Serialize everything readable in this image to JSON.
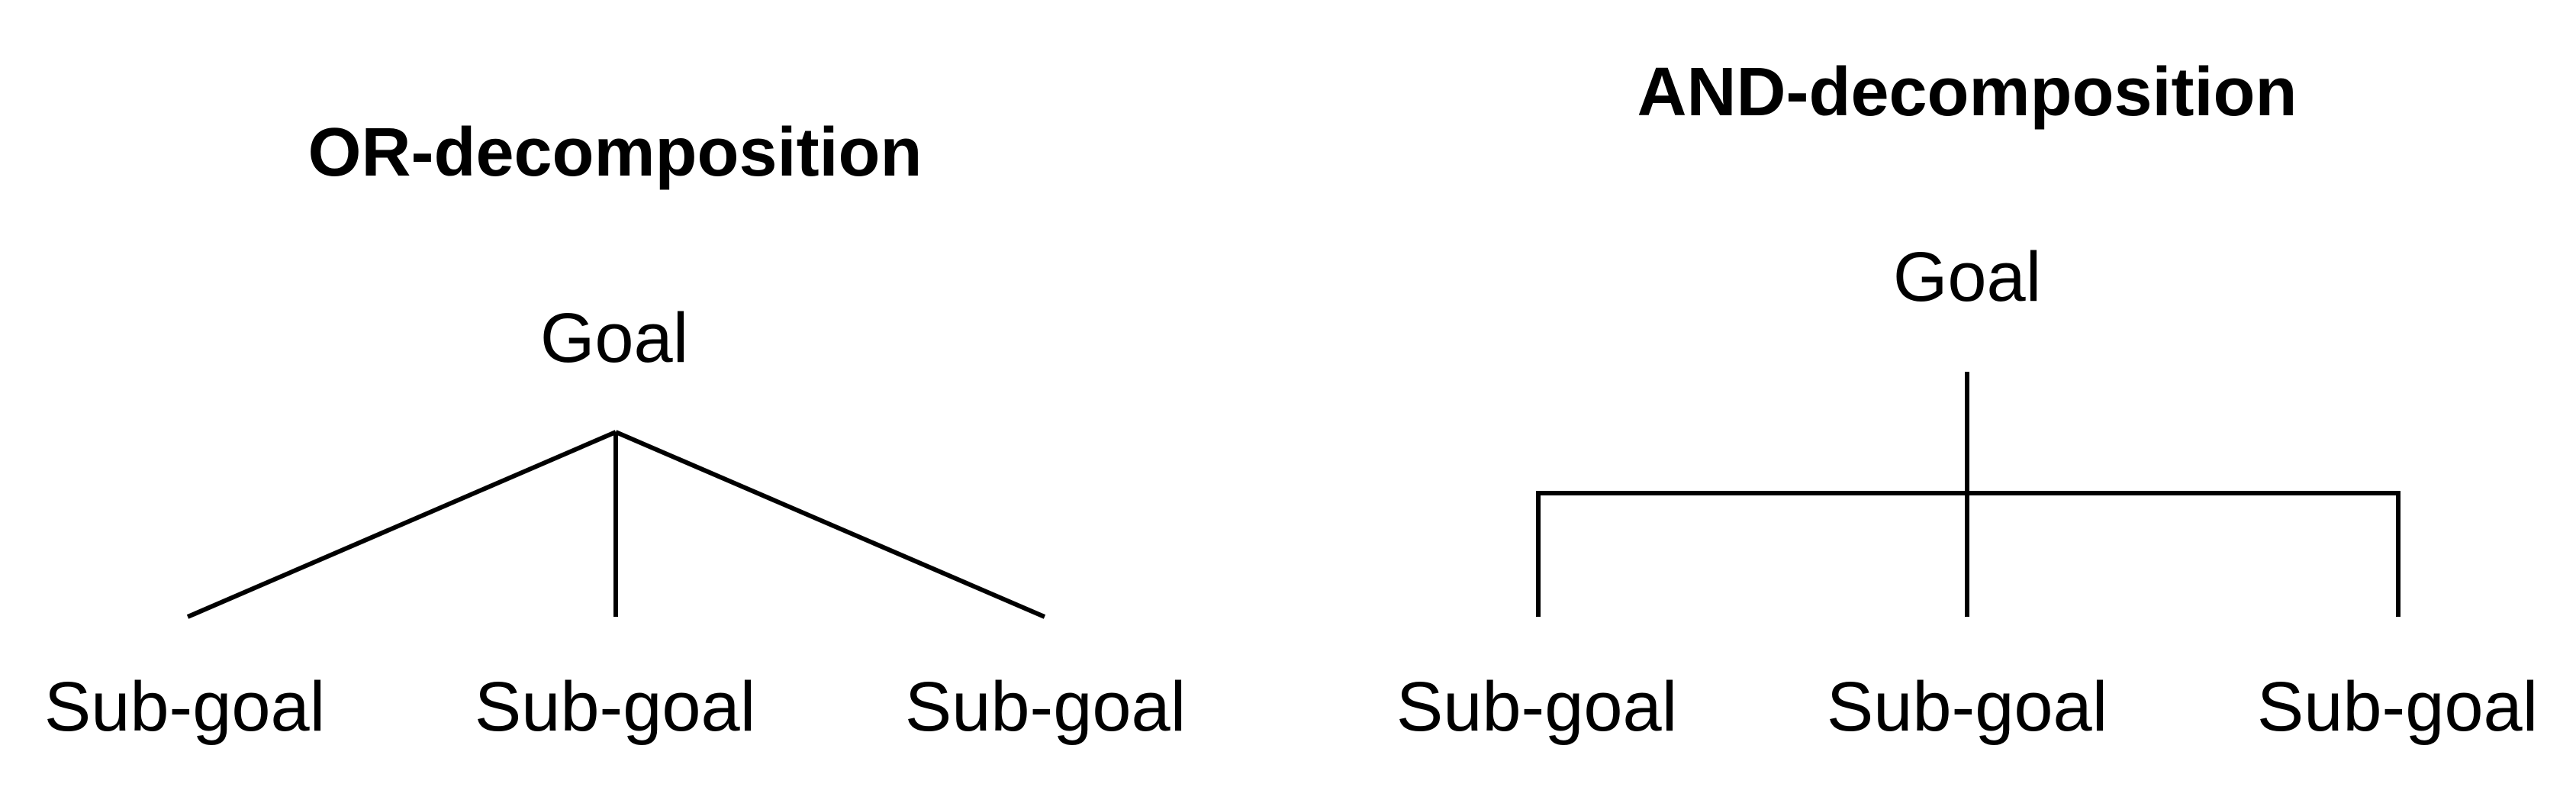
{
  "or_panel": {
    "title": "OR-decomposition",
    "goal": "Goal",
    "subgoals": [
      "Sub-goal",
      "Sub-goal",
      "Sub-goal"
    ]
  },
  "and_panel": {
    "title": "AND-decomposition",
    "goal": "Goal",
    "subgoals": [
      "Sub-goal",
      "Sub-goal",
      "Sub-goal"
    ]
  },
  "colors": {
    "background": "#ffffff",
    "ink": "#000000"
  }
}
